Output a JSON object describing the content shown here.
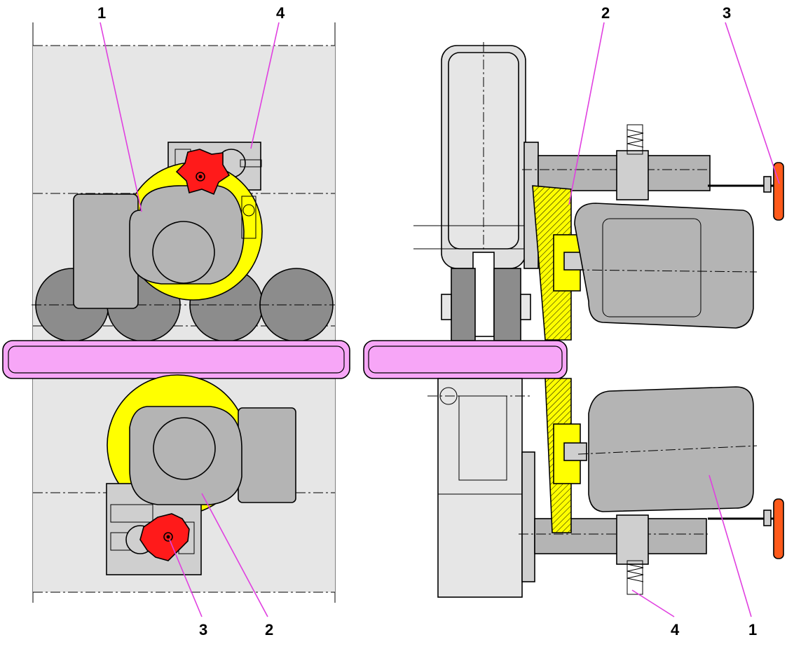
{
  "callouts": {
    "left_top_1": "1",
    "left_top_4": "4",
    "left_bottom_3": "3",
    "left_bottom_2": "2",
    "right_top_2": "2",
    "right_top_3": "3",
    "right_bottom_4": "4",
    "right_bottom_1": "1"
  },
  "colors": {
    "guard_yellow": "#ffff00",
    "knob_red": "#ff1a1a",
    "handle_orange": "#ff5a1a",
    "workpiece_pink": "#f7a6f7",
    "body_gray": "#b4b4b4",
    "wheel_gray": "#8c8c8c",
    "background_gray": "#e6e6e6",
    "leader_magenta": "#e040e0"
  }
}
